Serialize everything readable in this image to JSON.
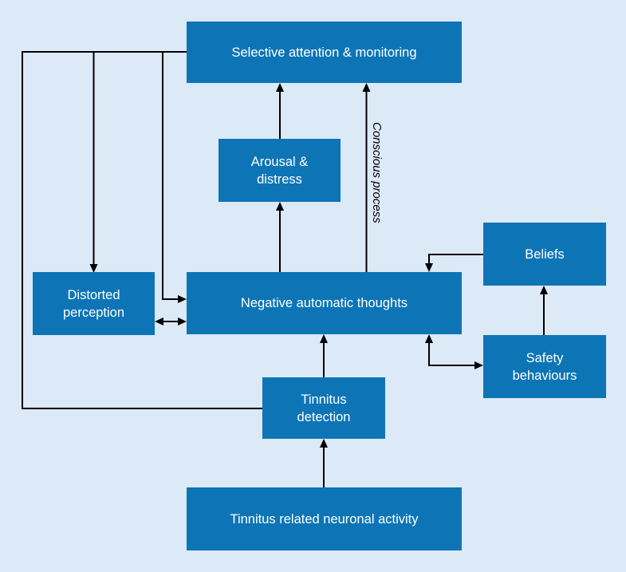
{
  "diagram": {
    "type": "flowchart",
    "colors": {
      "background": "#dce9f7",
      "node_fill": "#0d75b6",
      "node_text": "#ffffff",
      "line": "#000000"
    },
    "nodes": {
      "selective_attention": {
        "label": "Selective attention & monitoring"
      },
      "arousal_distress": {
        "label": "Arousal & distress"
      },
      "distorted_perception": {
        "label": "Distorted perception"
      },
      "negative_thoughts": {
        "label": "Negative automatic thoughts"
      },
      "beliefs": {
        "label": "Beliefs"
      },
      "safety_behaviours": {
        "label": "Safety behaviours"
      },
      "tinnitus_detection": {
        "label": "Tinnitus detection"
      },
      "neuronal_activity": {
        "label": "Tinnitus related neuronal activity"
      }
    },
    "annotations": {
      "conscious_process": "Conscious process"
    },
    "edges": [
      {
        "from": "neuronal_activity",
        "to": "tinnitus_detection",
        "bidirectional": false
      },
      {
        "from": "tinnitus_detection",
        "to": "negative_thoughts",
        "bidirectional": false
      },
      {
        "from": "tinnitus_detection",
        "to": "selective_attention",
        "bidirectional": false,
        "route": "left feedback trunk"
      },
      {
        "from": "selective_attention",
        "to": "distorted_perception",
        "bidirectional": false,
        "route": "left feedback trunk"
      },
      {
        "from": "selective_attention",
        "to": "negative_thoughts",
        "bidirectional": false,
        "route": "left feedback trunk"
      },
      {
        "from": "distorted_perception",
        "to": "negative_thoughts",
        "bidirectional": true
      },
      {
        "from": "negative_thoughts",
        "to": "arousal_distress",
        "bidirectional": false
      },
      {
        "from": "arousal_distress",
        "to": "selective_attention",
        "bidirectional": false
      },
      {
        "from": "negative_thoughts",
        "to": "selective_attention",
        "bidirectional": false,
        "label": "Conscious process"
      },
      {
        "from": "beliefs",
        "to": "negative_thoughts",
        "bidirectional": false
      },
      {
        "from": "negative_thoughts",
        "to": "safety_behaviours",
        "bidirectional": true
      },
      {
        "from": "safety_behaviours",
        "to": "beliefs",
        "bidirectional": false
      }
    ]
  }
}
